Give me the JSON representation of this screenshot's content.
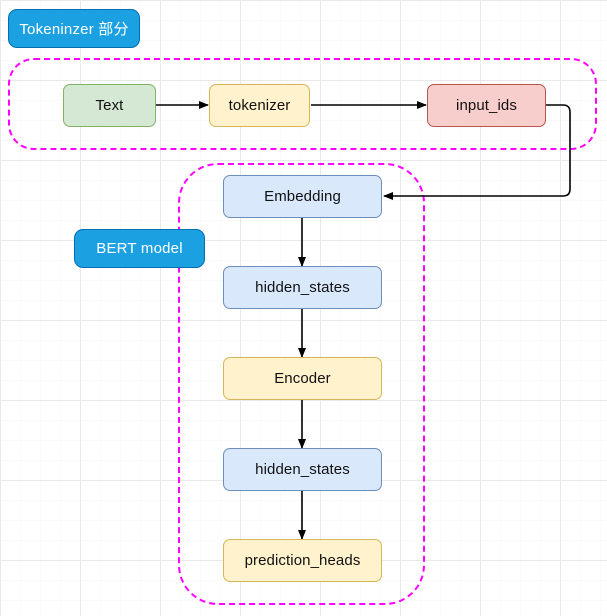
{
  "diagram": {
    "title_groups": [
      {
        "id": "tokenizer-group",
        "label": "Tokeninzer 部分"
      },
      {
        "id": "bert-group",
        "label": "BERT model"
      }
    ],
    "nodes": [
      {
        "id": "text",
        "label": "Text",
        "color": "green"
      },
      {
        "id": "tokenizer",
        "label": "tokenizer",
        "color": "yellow"
      },
      {
        "id": "input-ids",
        "label": "input_ids",
        "color": "red"
      },
      {
        "id": "embedding",
        "label": "Embedding",
        "color": "blue"
      },
      {
        "id": "hidden-states-1",
        "label": "hidden_states",
        "color": "blue"
      },
      {
        "id": "encoder",
        "label": "Encoder",
        "color": "yellow"
      },
      {
        "id": "hidden-states-2",
        "label": "hidden_states",
        "color": "blue"
      },
      {
        "id": "prediction-heads",
        "label": "prediction_heads",
        "color": "yellow"
      }
    ],
    "edges": [
      {
        "from": "text",
        "to": "tokenizer"
      },
      {
        "from": "tokenizer",
        "to": "input-ids"
      },
      {
        "from": "input-ids",
        "to": "embedding"
      },
      {
        "from": "embedding",
        "to": "hidden-states-1"
      },
      {
        "from": "hidden-states-1",
        "to": "encoder"
      },
      {
        "from": "encoder",
        "to": "hidden-states-2"
      },
      {
        "from": "hidden-states-2",
        "to": "prediction-heads"
      }
    ],
    "colors": {
      "green_fill": "#d5e8d4",
      "green_border": "#82b366",
      "yellow_fill": "#fff2cc",
      "yellow_border": "#d6b656",
      "red_fill": "#f8cecc",
      "red_border": "#b85450",
      "blue_fill": "#dae8fc",
      "blue_border": "#6c8ebf",
      "tag_fill": "#1ba1e2",
      "tag_border": "#006eaf",
      "group_dash": "#ff00ff",
      "arrow": "#000000",
      "grid_minor": "#fafafa",
      "grid_major": "#e9e9e9",
      "canvas_bg": "#ffffff"
    }
  }
}
